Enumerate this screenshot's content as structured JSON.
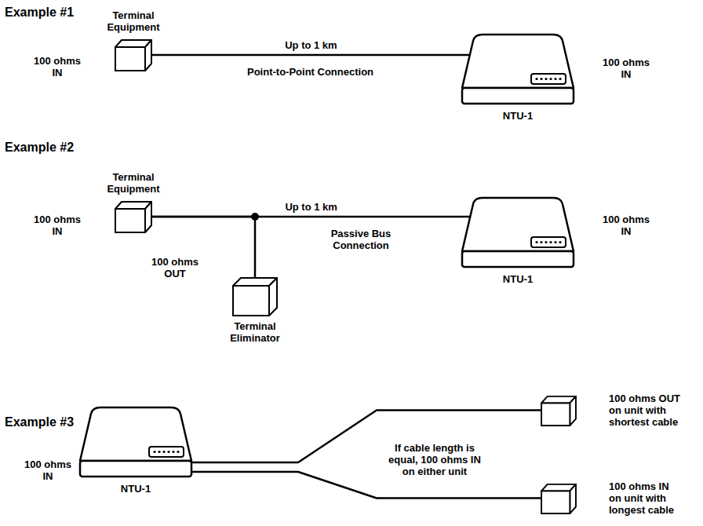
{
  "diagram": {
    "nodes": [
      {
        "text": [
          "Terminal Equipment"
        ]
      },
      {
        "text": [
          "NTU-1"
        ]
      },
      {
        "text": [
          "Terminal Equipment"
        ]
      },
      {
        "text": [
          "NTU-1"
        ]
      },
      {
        "text": [
          "Terminal Eliminator"
        ]
      },
      {
        "text": [
          "NTU-1"
        ]
      },
      {
        "text": [
          "100 ohms OUT on unit with shortest cable"
        ]
      },
      {
        "text": [
          "100 ohms IN on unit with longest cable"
        ]
      }
    ],
    "edges": [
      {
        "from": 0,
        "to": 1,
        "arrow": "none",
        "label": "Up to 1 km"
      },
      {
        "from": 2,
        "to": 3,
        "arrow": "none",
        "label": "Up to 1 km"
      },
      {
        "from": 4,
        "to": 2,
        "arrow": "none"
      },
      {
        "from": 5,
        "to": 6,
        "arrow": "none"
      },
      {
        "from": 5,
        "to": 7,
        "arrow": "none"
      }
    ],
    "labels": [
      "Example #1",
      "100 ohms IN",
      "100 ohms IN",
      "Point-to-Point Connection",
      "Example #2",
      "100 ohms IN",
      "100 ohms OUT",
      "Passive Bus Connection",
      "100 ohms IN",
      "Example #3",
      "100 ohms IN",
      "If cable length is equal, 100 ohms IN on either unit"
    ]
  }
}
